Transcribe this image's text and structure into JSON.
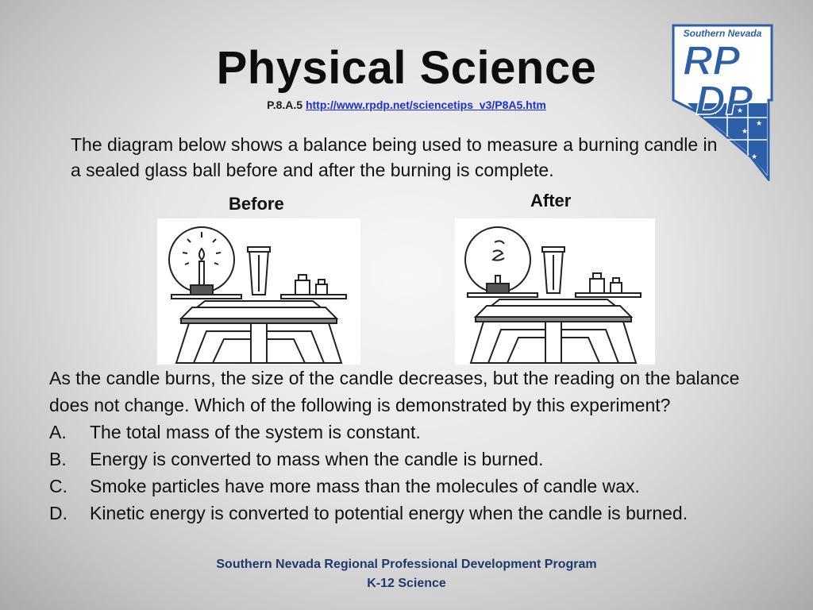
{
  "slide": {
    "title": "Physical Science",
    "subtitle_code": "P.8.A.5",
    "subtitle_url": "http://www.rpdp.net/sciencetips_v3/P8A5.htm",
    "intro": "The diagram below shows a balance being used to measure a burning candle in a sealed glass ball before and after the burning is complete.",
    "before_label": "Before",
    "after_label": "After",
    "question": "As the candle burns, the size of the candle decreases, but the reading on the balance does not change. Which of the following is demonstrated by this experiment?",
    "options": [
      {
        "letter": "A.",
        "text": "The total mass of the system is constant."
      },
      {
        "letter": "B.",
        "text": "Energy is converted to mass when the candle is burned."
      },
      {
        "letter": "C.",
        "text": "Smoke particles have more mass than the molecules of candle wax."
      },
      {
        "letter": "D.",
        "text": "Kinetic energy is converted to potential energy when the candle is burned."
      }
    ],
    "footer_line1": "Southern Nevada Regional Professional Development Program",
    "footer_line2": "K-12 Science"
  },
  "logo": {
    "top_text": "Southern Nevada",
    "line1": "RP",
    "line2": "DP"
  },
  "colors": {
    "link": "#1a2fd6",
    "footer": "#1d3a6e",
    "logo_blue": "#2c5fa8"
  }
}
